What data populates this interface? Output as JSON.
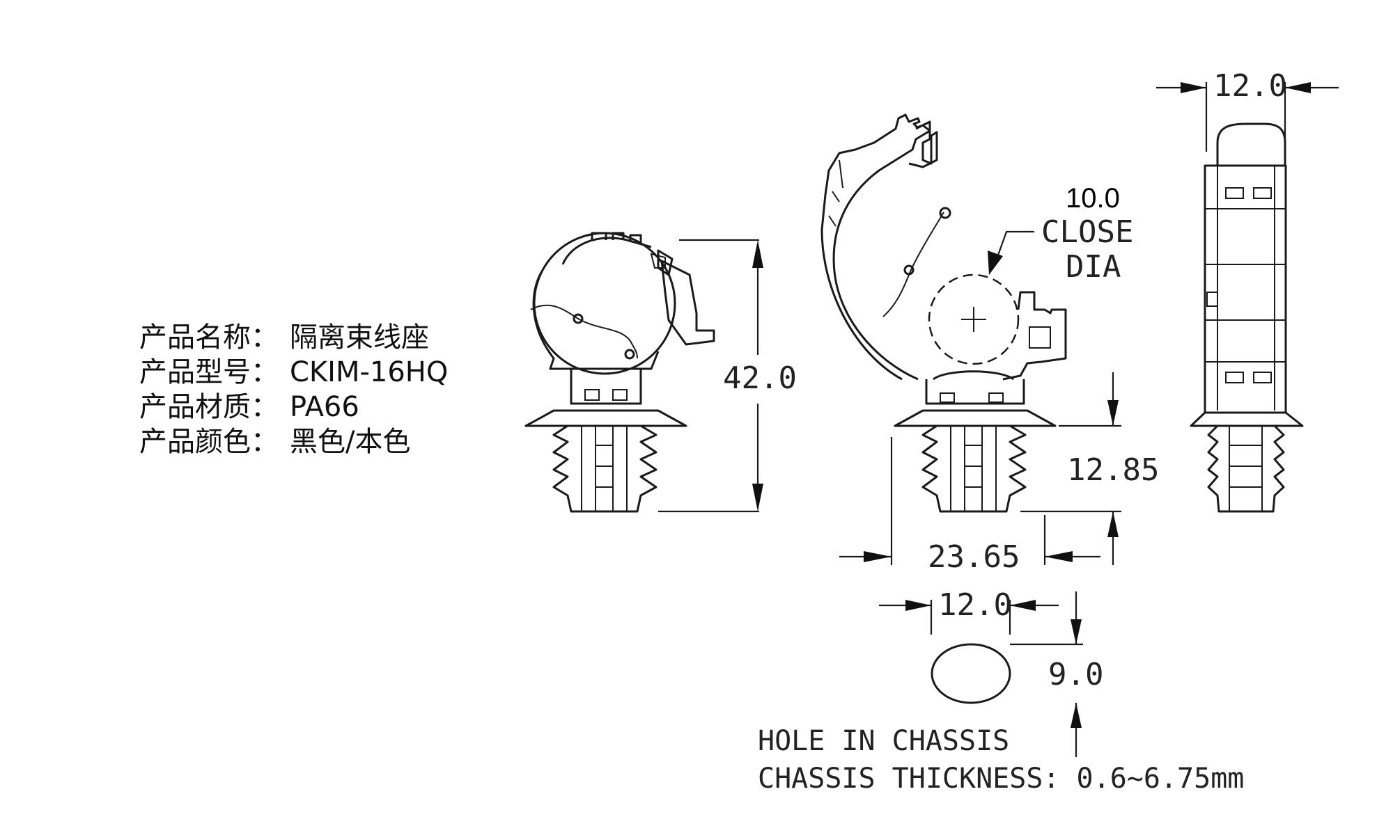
{
  "specs": [
    {
      "label": "产品名称：",
      "value": "隔离束线座"
    },
    {
      "label": "产品型号：",
      "value": "CKIM-16HQ"
    },
    {
      "label": "产品材质：",
      "value": "PA66"
    },
    {
      "label": "产品颜色：",
      "value": "黑色/本色"
    }
  ],
  "dimensions": {
    "height": "42.0",
    "close_dia_value": "10.0",
    "close_dia_line1": "CLOSE",
    "close_dia_line2": "DIA",
    "base_height": "12.85",
    "base_width": "23.65",
    "side_width": "12.0",
    "hole_width": "12.0",
    "hole_height": "9.0"
  },
  "notes": {
    "hole": "HOLE IN CHASSIS",
    "thickness": "CHASSIS THICKNESS: 0.6~6.75mm"
  }
}
